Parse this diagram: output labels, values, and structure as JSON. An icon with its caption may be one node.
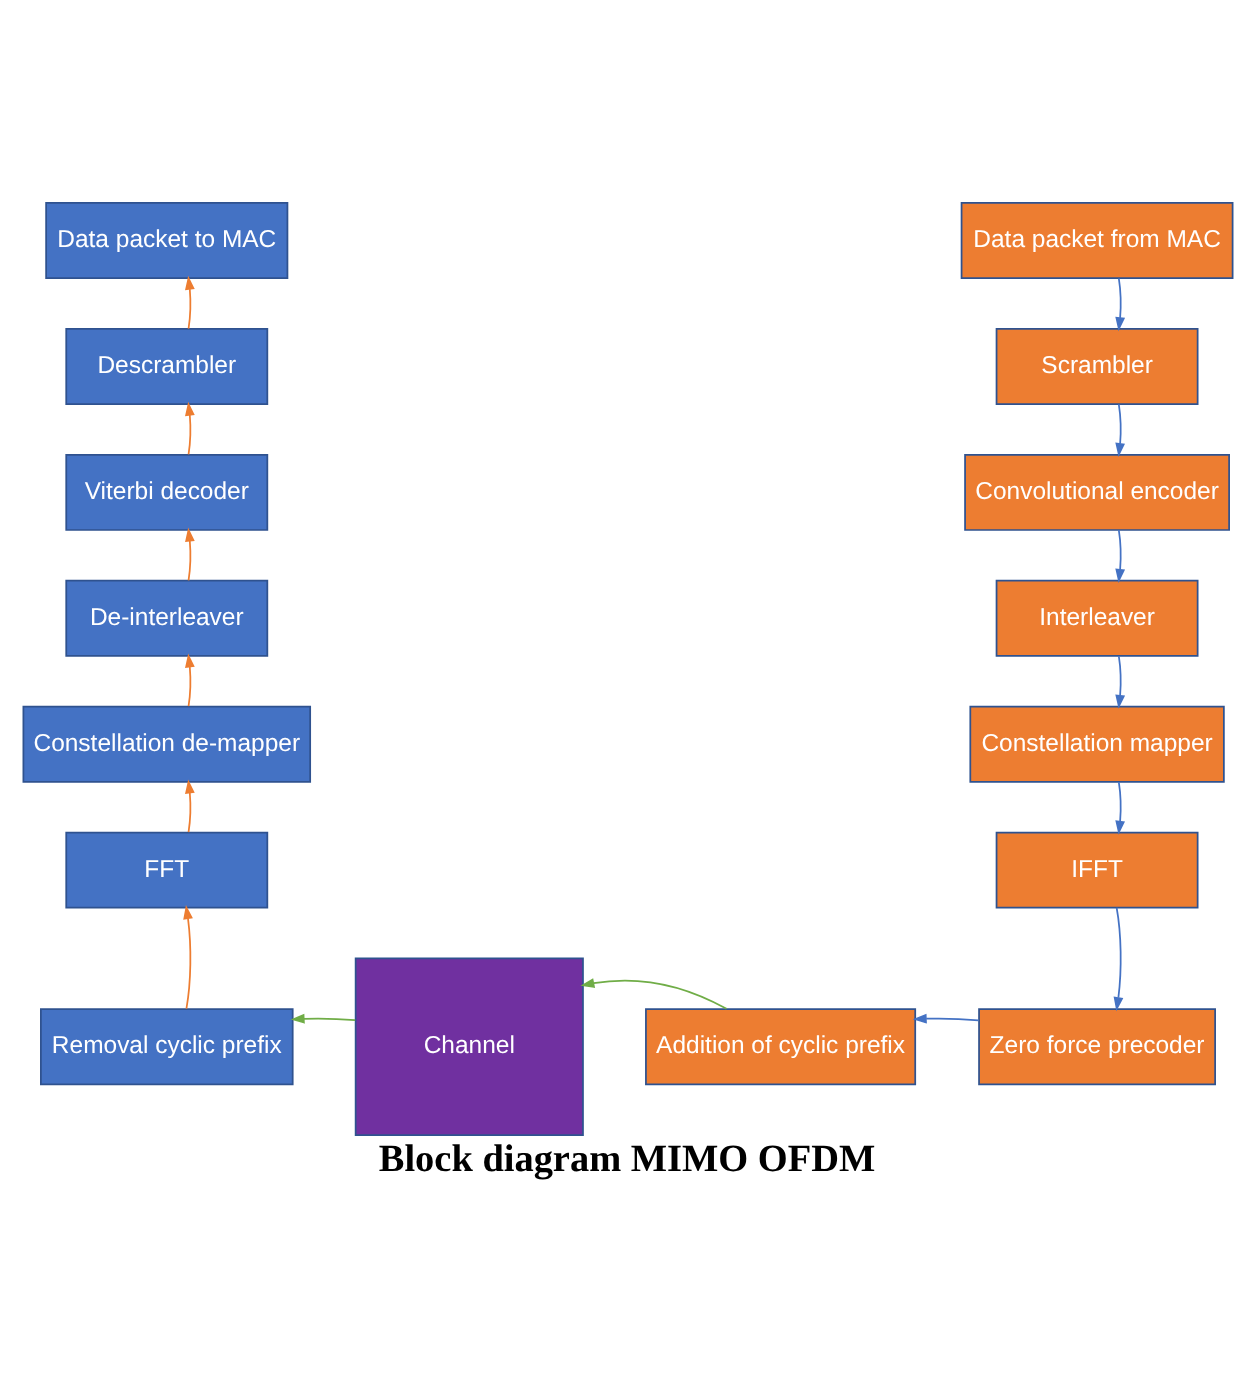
{
  "diagram": {
    "caption": "Block diagram MIMO OFDM",
    "nodes": [
      {
        "text": [
          "Data packet to MAC"
        ]
      },
      {
        "text": [
          "Descrambler"
        ]
      },
      {
        "text": [
          "Viterbi decoder"
        ]
      },
      {
        "text": [
          "De-interleaver"
        ]
      },
      {
        "text": [
          "Constellation de-mapper"
        ]
      },
      {
        "text": [
          "FFT"
        ]
      },
      {
        "text": [
          "Removal cyclic prefix"
        ]
      },
      {
        "text": [
          "Channel"
        ]
      },
      {
        "text": [
          "Addition of cyclic prefix"
        ]
      },
      {
        "text": [
          "Data packet from MAC"
        ]
      },
      {
        "text": [
          "Scrambler"
        ]
      },
      {
        "text": [
          "Convolutional encoder"
        ]
      },
      {
        "text": [
          "Interleaver"
        ]
      },
      {
        "text": [
          "Constellation mapper"
        ]
      },
      {
        "text": [
          "IFFT"
        ]
      },
      {
        "text": [
          "Zero force precoder"
        ]
      }
    ],
    "edges": [
      {
        "from": 9,
        "to": 10,
        "arrow": "to"
      },
      {
        "from": 10,
        "to": 11,
        "arrow": "to"
      },
      {
        "from": 11,
        "to": 12,
        "arrow": "to"
      },
      {
        "from": 12,
        "to": 13,
        "arrow": "to"
      },
      {
        "from": 13,
        "to": 14,
        "arrow": "to"
      },
      {
        "from": 14,
        "to": 15,
        "arrow": "to"
      },
      {
        "from": 15,
        "to": 8,
        "arrow": "to"
      },
      {
        "from": 8,
        "to": 7,
        "arrow": "to",
        "color": "#70ad47"
      },
      {
        "from": 7,
        "to": 6,
        "arrow": "to",
        "color": "#70ad47"
      },
      {
        "from": 6,
        "to": 5,
        "arrow": "to",
        "color": "#ed7d31"
      },
      {
        "from": 5,
        "to": 4,
        "arrow": "to",
        "color": "#ed7d31"
      },
      {
        "from": 4,
        "to": 3,
        "arrow": "to",
        "color": "#ed7d31"
      },
      {
        "from": 3,
        "to": 2,
        "arrow": "to",
        "color": "#ed7d31"
      },
      {
        "from": 2,
        "to": 1,
        "arrow": "to",
        "color": "#ed7d31"
      },
      {
        "from": 1,
        "to": 0,
        "arrow": "to",
        "color": "#ed7d31"
      }
    ]
  }
}
